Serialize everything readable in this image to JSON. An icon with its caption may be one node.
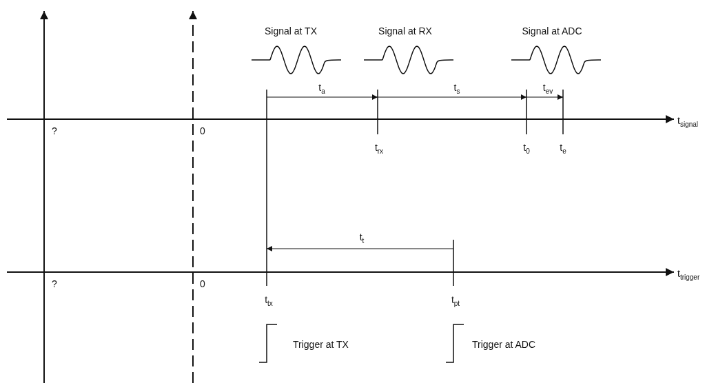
{
  "diagram": {
    "labels": [
      "Signal at TX",
      "Signal at RX",
      "Signal at ADC",
      "t$_{a}$",
      "t$_{s}$",
      "t$_{ev}$",
      "?",
      "0",
      "t$_{signal}$",
      "t$_{rx}$",
      "t$_{0}$",
      "t$_{e}$",
      "t$_{t}$",
      "?",
      "0",
      "t$_{trigger}$",
      "t$_{tx}$",
      "t$_{pt}$",
      "Trigger at TX",
      "Trigger at ADC"
    ]
  }
}
